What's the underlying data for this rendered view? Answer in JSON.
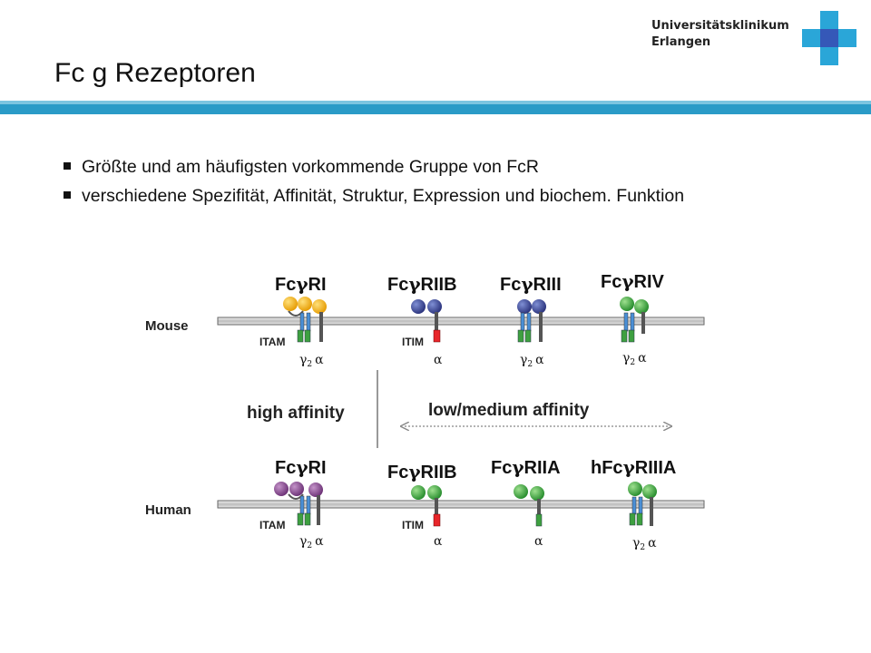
{
  "header": {
    "institution_line1": "Universitätsklinikum",
    "institution_line2": "Erlangen",
    "logo": "cross-logo"
  },
  "title": "Fc g Rezeptoren",
  "bullets": [
    "Größte und am häufigsten vorkommende Gruppe von FcR",
    "verschiedene Spezifität, Affinität, Struktur, Expression und biochem. Funktion"
  ],
  "diagram": {
    "mouse": {
      "label": "Mouse",
      "receptors": [
        {
          "name_prefix": "Fc",
          "name_greek": "γ",
          "name_suffix": "RI",
          "chain_greek1": "γ",
          "chain_sub": "2",
          "chain_greek2": "α",
          "motif": "ITAM"
        },
        {
          "name_prefix": "Fc",
          "name_greek": "γ",
          "name_suffix": "RIIB",
          "chain_greek": "α",
          "motif": "ITIM"
        },
        {
          "name_prefix": "Fc",
          "name_greek": "γ",
          "name_suffix": "RIII",
          "chain_greek1": "γ",
          "chain_sub": "2",
          "chain_greek2": "α"
        },
        {
          "name_prefix": "Fc",
          "name_greek": "γ",
          "name_suffix": "RIV",
          "chain_greek1": "γ",
          "chain_sub": "2",
          "chain_greek2": "α"
        }
      ]
    },
    "human": {
      "label": "Human",
      "receptors": [
        {
          "name_prefix": "Fc",
          "name_greek": "γ",
          "name_suffix": "RI",
          "chain_greek1": "γ",
          "chain_sub": "2",
          "chain_greek2": "α",
          "motif": "ITAM"
        },
        {
          "name_prefix": "Fc",
          "name_greek": "γ",
          "name_suffix": "RIIB",
          "chain_greek": "α",
          "motif": "ITIM"
        },
        {
          "name_prefix": "Fc",
          "name_greek": "γ",
          "name_suffix": "RIIA",
          "chain_greek": "α"
        },
        {
          "name_prefix": "hFc",
          "name_greek": "γ",
          "name_suffix": "RIIIA",
          "chain_greek1": "γ",
          "chain_sub": "2",
          "chain_greek2": "α"
        }
      ]
    },
    "high_affinity": "high affinity",
    "low_affinity": "low/medium affinity"
  },
  "colors": {
    "stripe": "#2a9bc7",
    "orange": "#f2b21b",
    "navy": "#3d4e9e",
    "green": "#3ea040",
    "purple": "#8a4d92",
    "red_itim": "#e8262a",
    "gamma_blue": "#4a8fd6"
  }
}
